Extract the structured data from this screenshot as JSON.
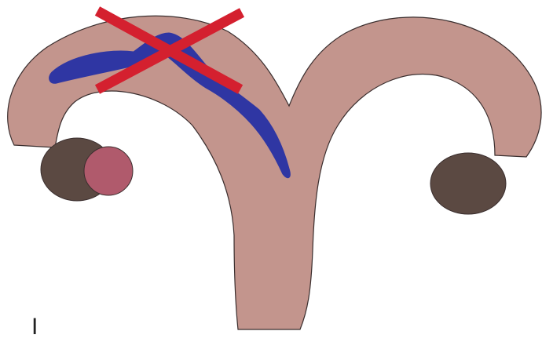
{
  "figure": {
    "panel_letter": "I"
  },
  "colors": {
    "uterus": "#c3958d",
    "outline": "#3a2e2e",
    "ovary": "#5b4942",
    "cyst": "#b05a6c",
    "vessel": "#2f36a3",
    "cross": "#d4202f"
  },
  "shapes": {
    "uterus": "uterus-shape",
    "left_ovary": "ovary-left",
    "right_ovary": "ovary-right",
    "cyst": "ovarian-cyst",
    "vessel": "blood-vessel",
    "cross_mark": "x-mark"
  }
}
